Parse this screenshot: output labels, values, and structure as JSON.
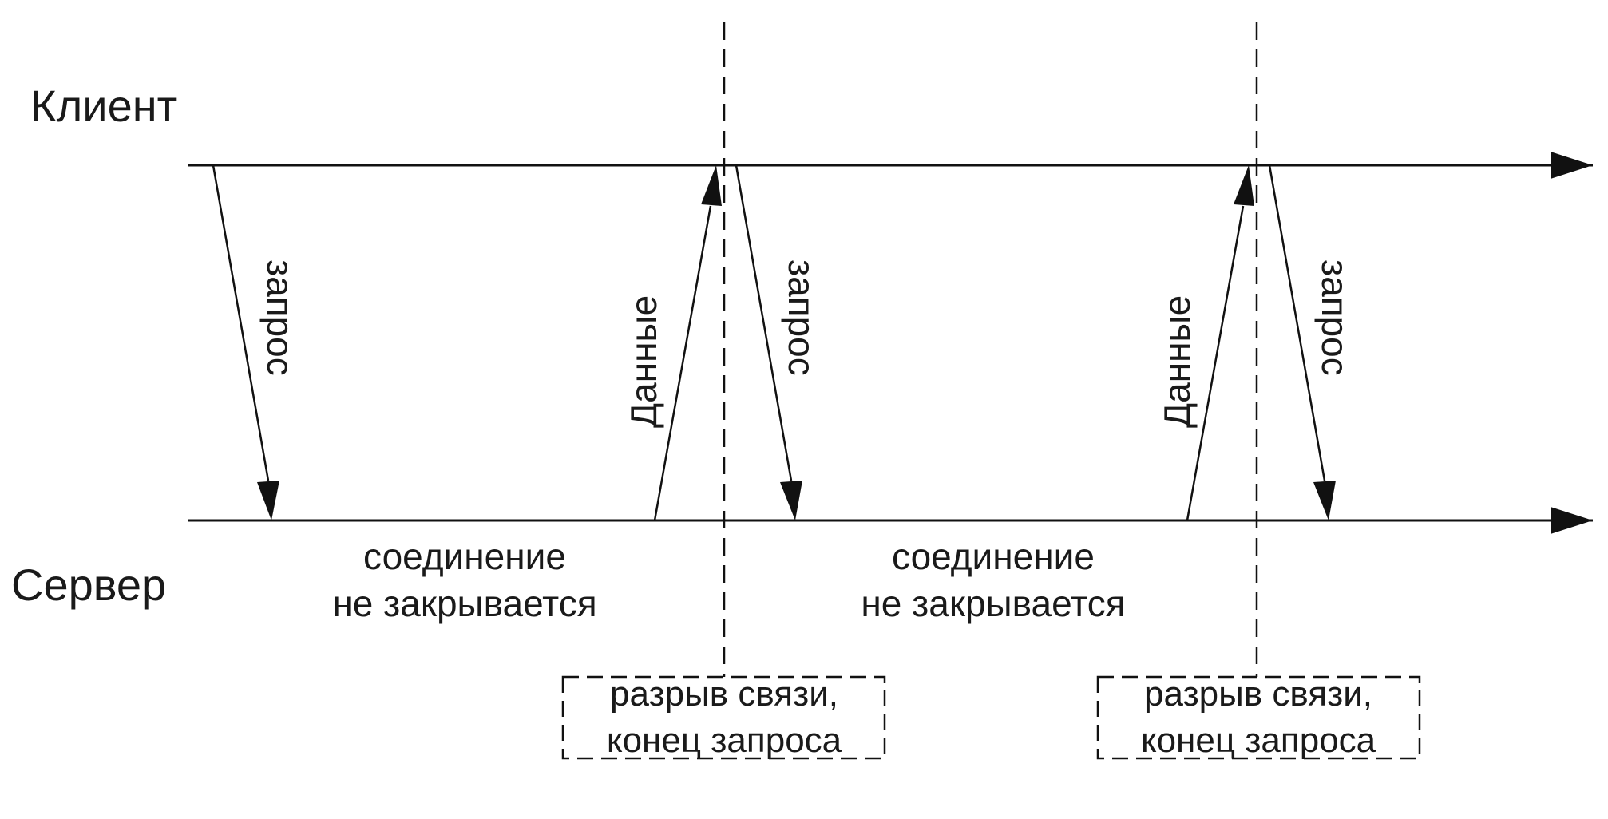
{
  "lifelines": {
    "client": "Клиент",
    "server": "Сервер"
  },
  "messages": {
    "request": "запрос",
    "data": "Данные"
  },
  "notes": {
    "connection_line1": "соединение",
    "connection_line2": "не закрывается",
    "break_line1": "разрыв связи,",
    "break_line2": "конец запроса"
  },
  "colors": {
    "line": "#111111",
    "text": "#1a1a1a",
    "background": "#ffffff"
  }
}
